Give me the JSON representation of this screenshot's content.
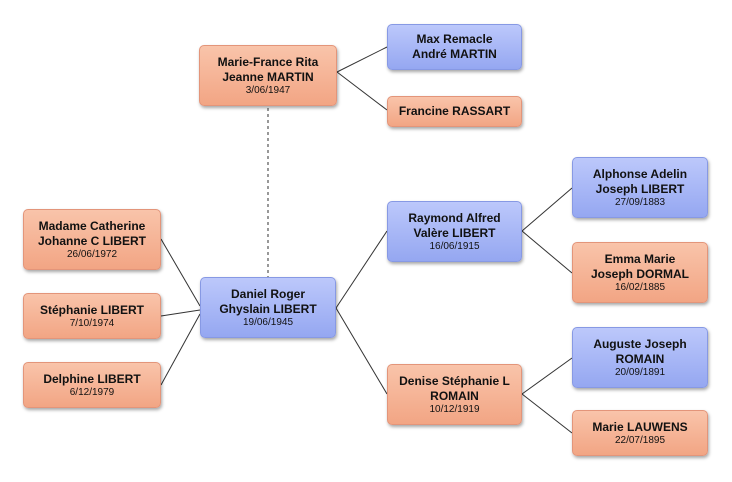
{
  "persons": {
    "marie_france": {
      "line1": "Marie-France Rita",
      "line2": "Jeanne MARTIN",
      "date": "3/06/1947",
      "gender": "female"
    },
    "max_remacle": {
      "line1": "Max Remacle",
      "line2": "André MARTIN",
      "date": "",
      "gender": "male"
    },
    "francine": {
      "line1": "Francine RASSART",
      "line2": "",
      "date": "",
      "gender": "female"
    },
    "catherine": {
      "line1": "Madame Catherine",
      "line2": "Johanne C LIBERT",
      "date": "26/06/1972",
      "gender": "female"
    },
    "stephanie": {
      "line1": "Stéphanie LIBERT",
      "line2": "",
      "date": "7/10/1974",
      "gender": "female"
    },
    "delphine": {
      "line1": "Delphine LIBERT",
      "line2": "",
      "date": "6/12/1979",
      "gender": "female"
    },
    "daniel": {
      "line1": "Daniel Roger",
      "line2": "Ghyslain LIBERT",
      "date": "19/06/1945",
      "gender": "male"
    },
    "raymond": {
      "line1": "Raymond Alfred",
      "line2": "Valère LIBERT",
      "date": "16/06/1915",
      "gender": "male"
    },
    "denise": {
      "line1": "Denise Stéphanie L",
      "line2": "ROMAIN",
      "date": "10/12/1919",
      "gender": "female"
    },
    "alphonse": {
      "line1": "Alphonse Adelin",
      "line2": "Joseph LIBERT",
      "date": "27/09/1883",
      "gender": "male"
    },
    "emma": {
      "line1": "Emma Marie",
      "line2": "Joseph DORMAL",
      "date": "16/02/1885",
      "gender": "female"
    },
    "auguste": {
      "line1": "Auguste Joseph",
      "line2": "ROMAIN",
      "date": "20/09/1891",
      "gender": "male"
    },
    "marie_lauwens": {
      "line1": "Marie LAUWENS",
      "line2": "",
      "date": "22/07/1895",
      "gender": "female"
    }
  },
  "colors": {
    "female": "#f4ad8f",
    "male": "#a2b2f5",
    "line": "#333333"
  }
}
